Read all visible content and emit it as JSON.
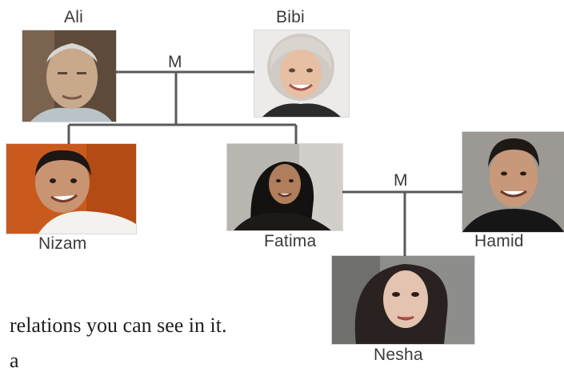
{
  "people": {
    "ali": {
      "name": "Ali"
    },
    "bibi": {
      "name": "Bibi"
    },
    "nizam": {
      "name": "Nizam"
    },
    "fatima": {
      "name": "Fatima"
    },
    "hamid": {
      "name": "Hamid"
    },
    "nesha": {
      "name": "Nesha"
    }
  },
  "marriage_label": "M",
  "caption": {
    "line1": "relations you can see in it.",
    "line2": "a"
  },
  "colors": {
    "line": "#5a5a5a",
    "text": "#3a3a3a"
  }
}
